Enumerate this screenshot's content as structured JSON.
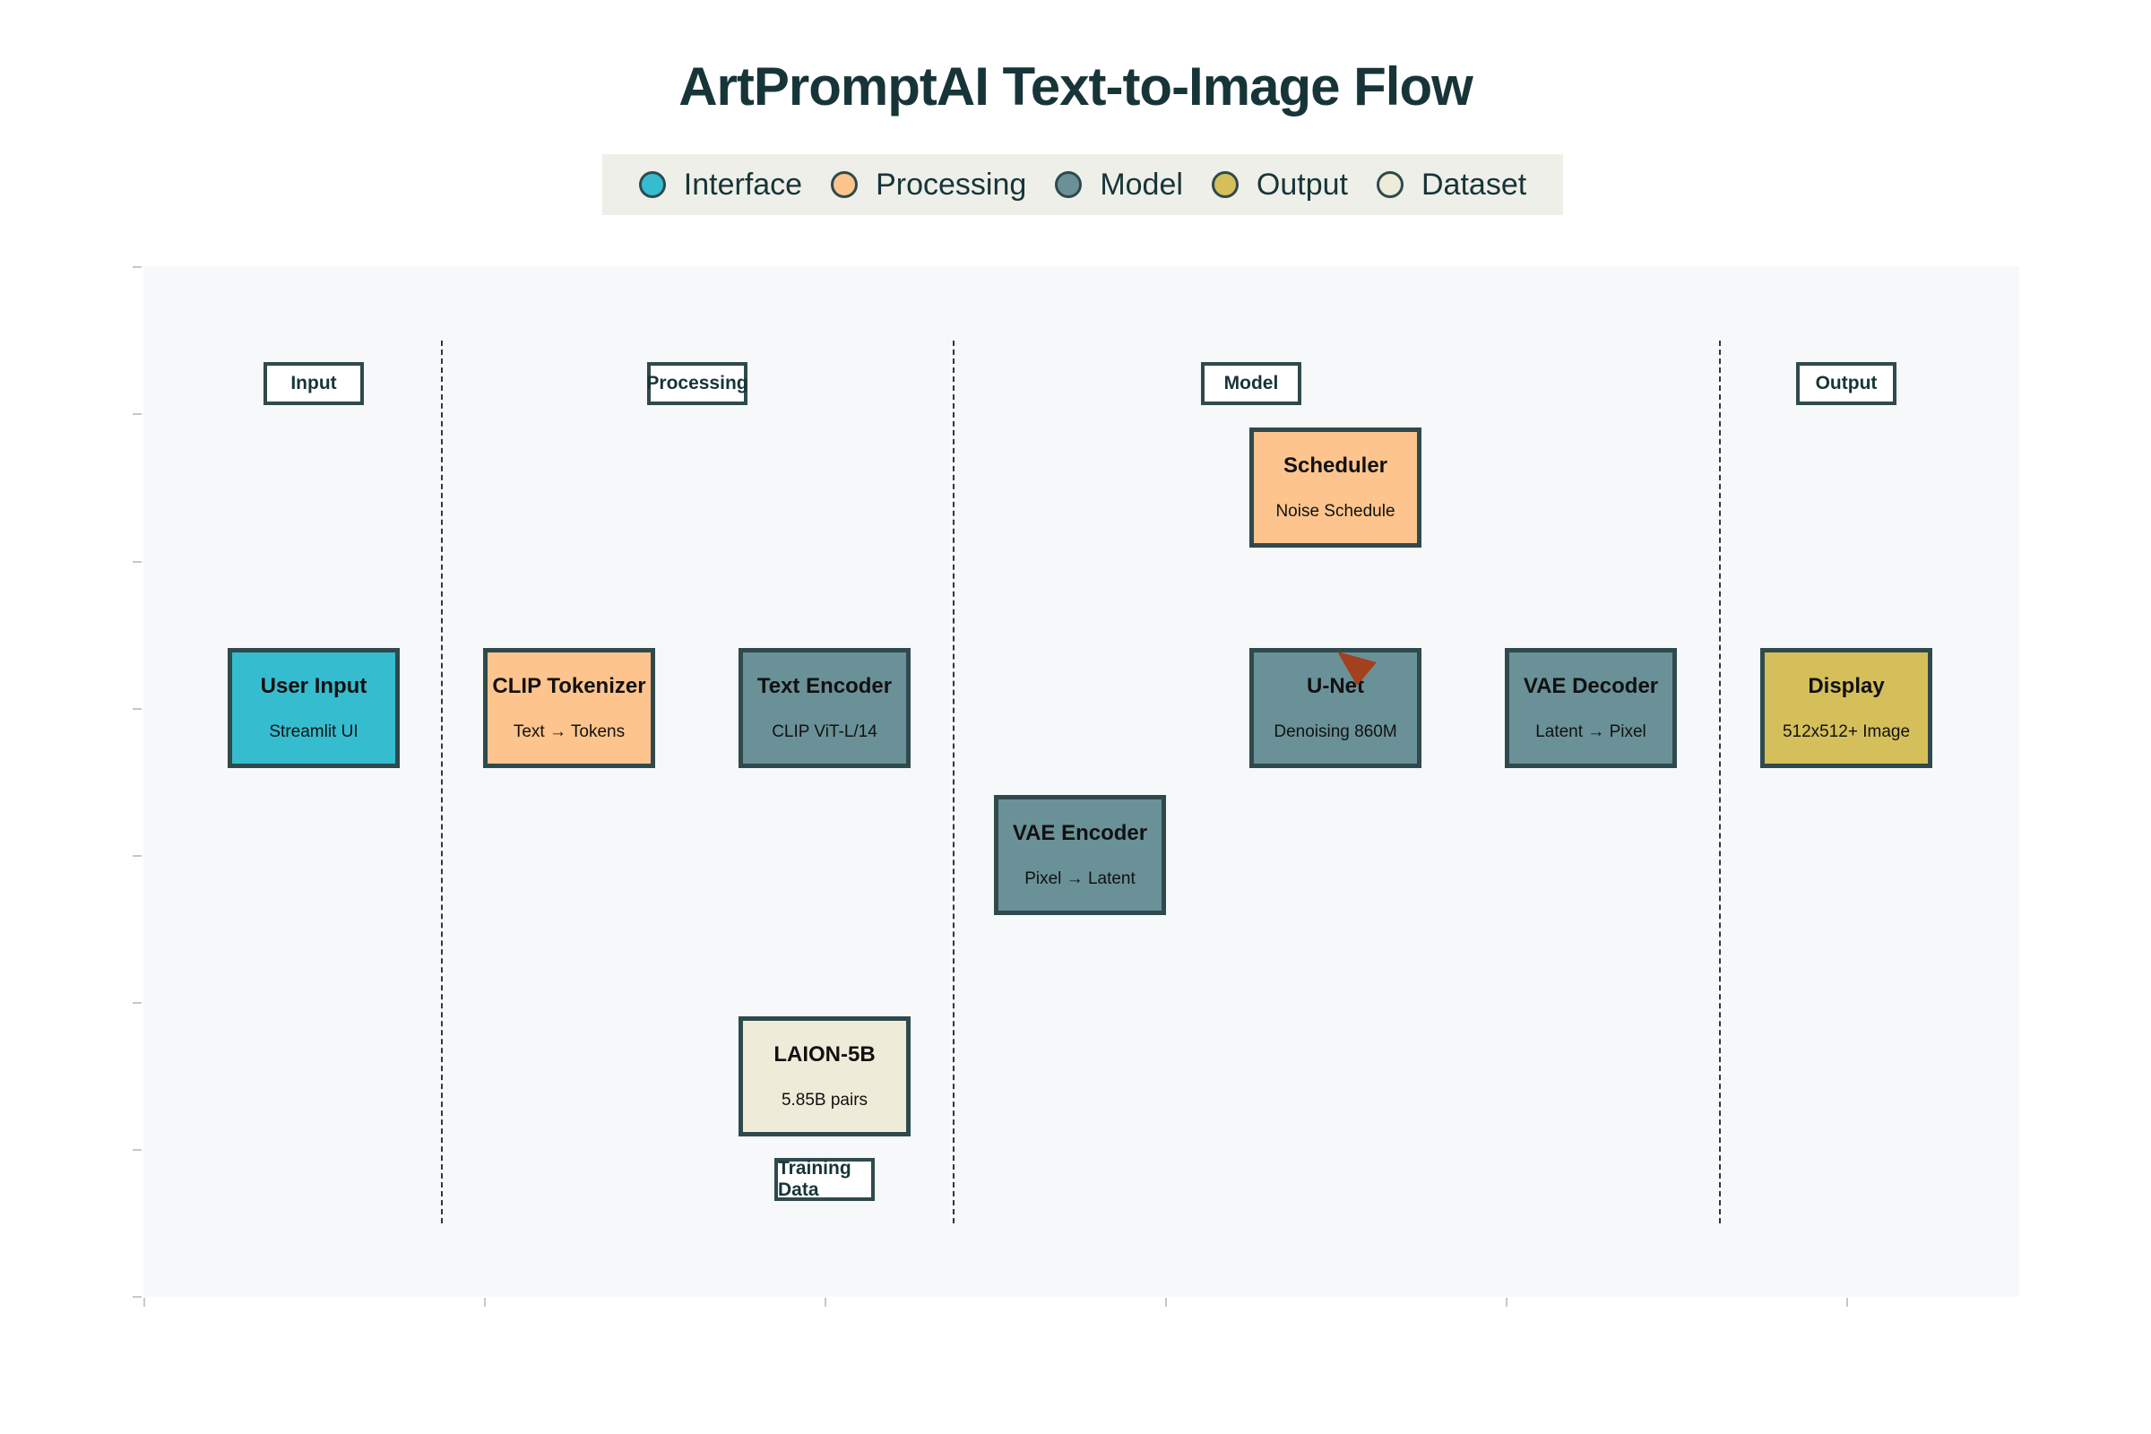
{
  "title": "ArtPromptAI Text-to-Image Flow",
  "legend": [
    {
      "label": "Interface",
      "color": "#36bccf"
    },
    {
      "label": "Processing",
      "color": "#fec48d"
    },
    {
      "label": "Model",
      "color": "#6a9198"
    },
    {
      "label": "Output",
      "color": "#d5bf5a"
    },
    {
      "label": "Dataset",
      "color": "#eeecd9"
    }
  ],
  "stages": {
    "input": "Input",
    "processing": "Processing",
    "model": "Model",
    "output": "Output",
    "training": "Training Data"
  },
  "nodes": {
    "user_input": {
      "title": "User Input",
      "subtitle": "Streamlit UI",
      "category": "Interface"
    },
    "clip_tokenizer": {
      "title": "CLIP Tokenizer",
      "subtitle": "Text → Tokens",
      "category": "Processing"
    },
    "text_encoder": {
      "title": "Text Encoder",
      "subtitle": "CLIP ViT-L/14",
      "category": "Model"
    },
    "scheduler": {
      "title": "Scheduler",
      "subtitle": "Noise Schedule",
      "category": "Processing"
    },
    "unet": {
      "title": "U-Net",
      "subtitle": "Denoising 860M",
      "category": "Model"
    },
    "vae_decoder": {
      "title": "VAE Decoder",
      "subtitle": "Latent → Pixel",
      "category": "Model"
    },
    "display": {
      "title": "Display",
      "subtitle": "512x512+ Image",
      "category": "Output"
    },
    "vae_encoder": {
      "title": "VAE Encoder",
      "subtitle": "Pixel → Latent",
      "category": "Model"
    },
    "laion": {
      "title": "LAION-5B",
      "subtitle": "5.85B pairs",
      "category": "Dataset"
    }
  },
  "colors": {
    "Interface": "#36bccf",
    "Processing": "#fec48d",
    "Model": "#6a9198",
    "Output": "#d5bf5a",
    "Dataset": "#eeecd9",
    "arrow": "#a3401e",
    "border": "#2f4a4d"
  }
}
